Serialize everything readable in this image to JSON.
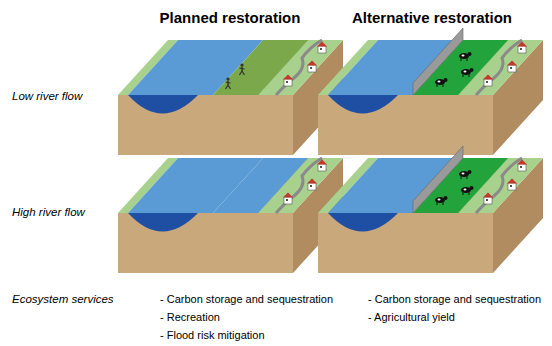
{
  "diagram": {
    "labels": [
      "Planned restoration",
      "Alternative restoration",
      "Low river flow",
      "High river flow",
      "Ecosystem services",
      "- Carbon storage and sequestration",
      "- Recreation",
      "- Flood risk mitigation",
      "- Carbon storage and sequestration",
      "- Agricultural yield"
    ]
  }
}
